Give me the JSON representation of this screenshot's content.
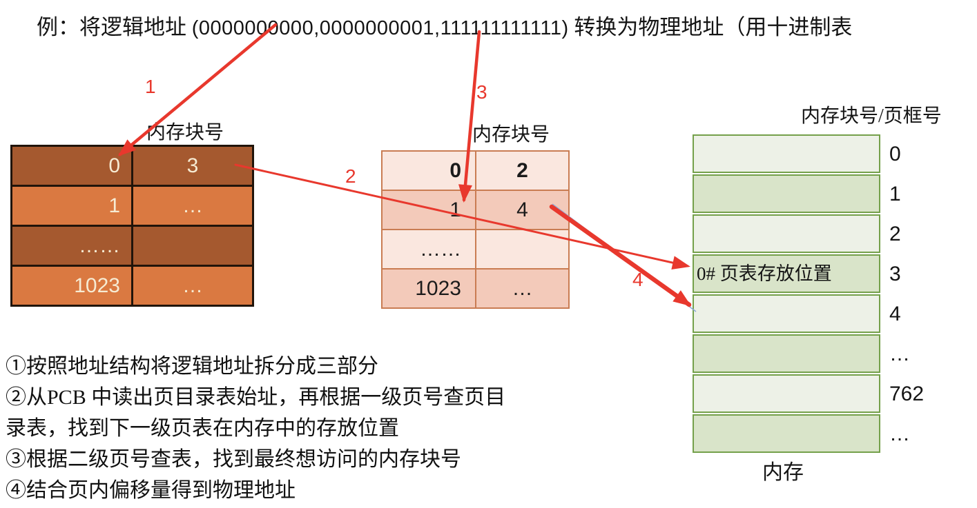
{
  "title": {
    "prefix": "例：将逻辑地址 ",
    "address": "(0000000000,0000000001,111111111111)",
    "suffix": " 转换为物理地址（用十进制表"
  },
  "page_directory_table": {
    "header": "内存块号",
    "rows": [
      [
        "0",
        "3"
      ],
      [
        "1",
        "…"
      ],
      [
        "……",
        ""
      ],
      [
        "1023",
        "…"
      ]
    ]
  },
  "second_level_page_table": {
    "header": "内存块号",
    "rows": [
      [
        "0",
        "2"
      ],
      [
        "1",
        "4"
      ],
      [
        "……",
        ""
      ],
      [
        "1023",
        "…"
      ]
    ]
  },
  "memory_table": {
    "header": "内存块号/页框号",
    "caption": "内存",
    "rows": [
      {
        "text": "",
        "label": "0"
      },
      {
        "text": "",
        "label": "1"
      },
      {
        "text": "",
        "label": "2"
      },
      {
        "text": "0# 页表存放位置",
        "label": "3"
      },
      {
        "text": "",
        "label": "4"
      },
      {
        "text": "",
        "label": "…"
      },
      {
        "text": "",
        "label": "762"
      },
      {
        "text": "",
        "label": "…"
      }
    ]
  },
  "arrow_labels": [
    "1",
    "2",
    "3",
    "4"
  ],
  "steps": {
    "lines": [
      "①按照地址结构将逻辑地址拆分成三部分",
      "②从PCB 中读出页目录表始址，再根据一级页号查页目",
      "录表，找到下一级页表在内存中的存放位置",
      "③根据二级页号查表，找到最终想访问的内存块号",
      "④结合页内偏移量得到物理地址"
    ]
  },
  "colors": {
    "arrow_red": "#E8382D",
    "connector_blue": "#8EA9D8",
    "directory_row_dark": "#A5592F",
    "directory_row_light": "#DA7941",
    "directory_border": "#20140A",
    "directory_text": "#F6EBD3",
    "pagetable_row_light": "#FAE7DF",
    "pagetable_row_dark": "#F3CABA",
    "pagetable_border": "#C97C52",
    "memory_row_light": "#EDF1E7",
    "memory_row_dark": "#D9E4C9",
    "memory_border": "#74A04A"
  }
}
